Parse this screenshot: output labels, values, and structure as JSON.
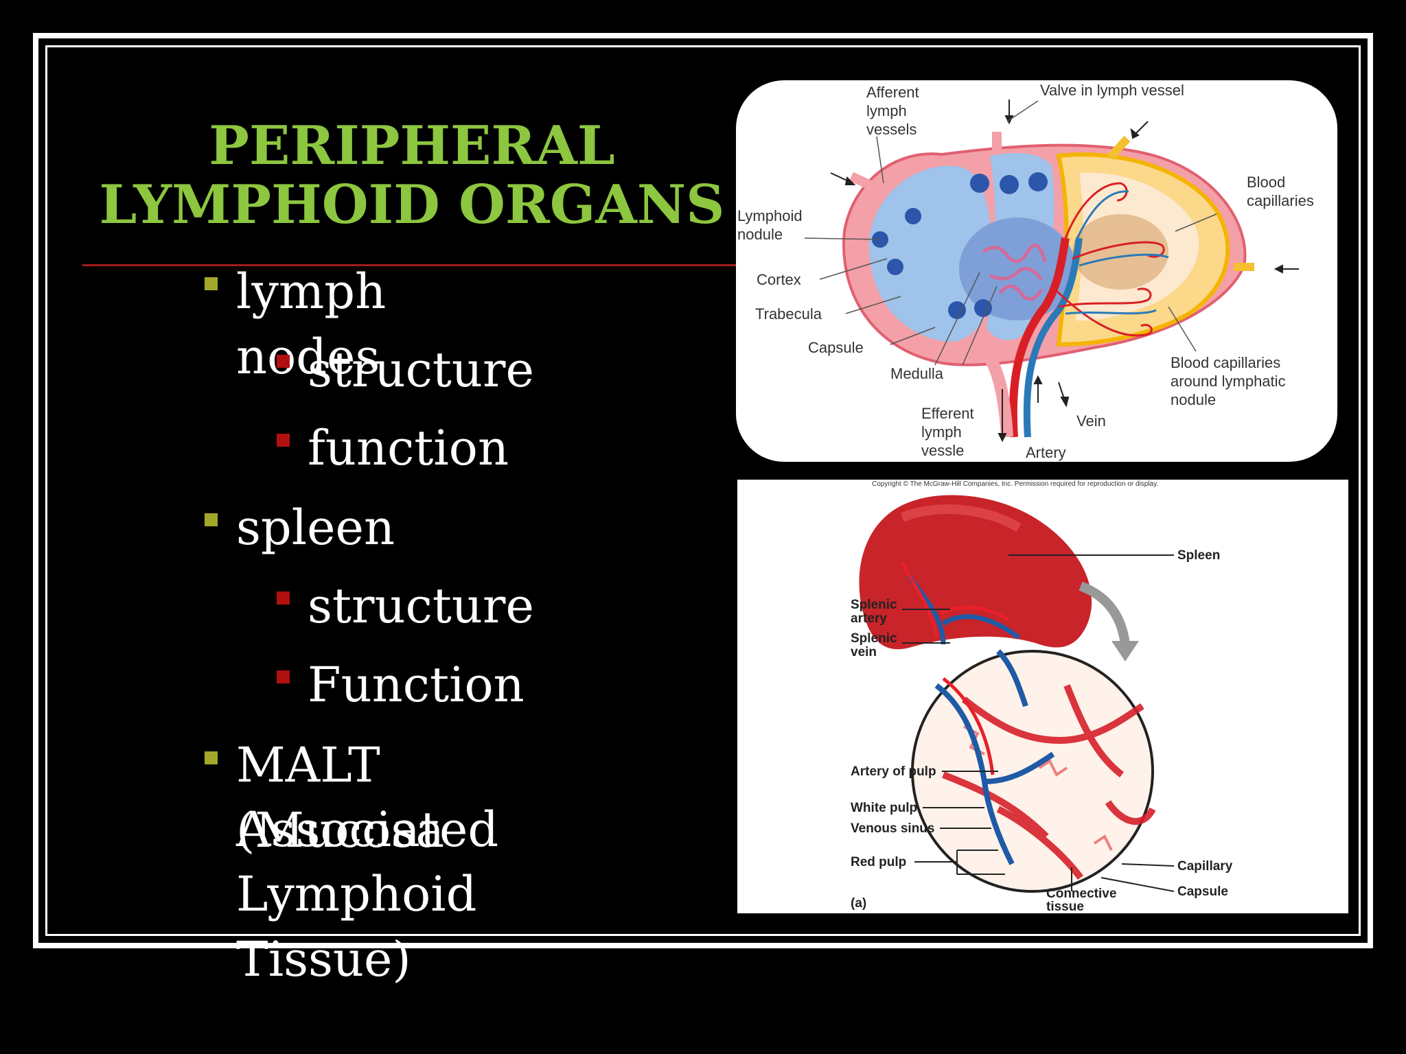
{
  "slide": {
    "title_line1": "PERIPHERAL",
    "title_line2": "LYMPHOID ORGANS",
    "bullets": {
      "lymph_nodes": "lymph nodes",
      "ln_structure": "structure",
      "ln_function": "function",
      "spleen": "spleen",
      "sp_structure": "structure",
      "sp_function": "Function",
      "malt_line1": "MALT (Mucosa",
      "malt_line2": "Associated",
      "malt_line3": "Lymphoid Tissue)"
    },
    "colors": {
      "title": "#8dc63f",
      "level1_bullet": "#a3a72a",
      "level2_bullet": "#b01010",
      "divider": "#a41c1c"
    }
  },
  "lymph_node_diagram": {
    "afferent_1": "Afferent",
    "afferent_2": "lymph",
    "afferent_3": "vessels",
    "valve": "Valve in lymph vessel",
    "blood_cap_1": "Blood",
    "blood_cap_2": "capillaries",
    "nodule_1": "Lymphoid",
    "nodule_2": "nodule",
    "cortex": "Cortex",
    "trabecula": "Trabecula",
    "capsule": "Capsule",
    "medulla": "Medulla",
    "efferent_1": "Efferent",
    "efferent_2": "lymph",
    "efferent_3": "vessle",
    "artery": "Artery",
    "vein": "Vein",
    "around_1": "Blood capillaries",
    "around_2": "around lymphatic",
    "around_3": "nodule"
  },
  "spleen_diagram": {
    "copyright": "Copyright © The McGraw-Hill Companies, Inc. Permission required for reproduction or display.",
    "spleen": "Spleen",
    "splenic_artery_1": "Splenic",
    "splenic_artery_2": "artery",
    "splenic_vein_1": "Splenic",
    "splenic_vein_2": "vein",
    "artery_of_pulp": "Artery of pulp",
    "white_pulp": "White pulp",
    "venous_sinus": "Venous sinus",
    "red_pulp": "Red pulp",
    "capillary": "Capillary",
    "capsule": "Capsule",
    "connective_1": "Connective",
    "connective_2": "tissue",
    "panel_letter": "(a)"
  }
}
